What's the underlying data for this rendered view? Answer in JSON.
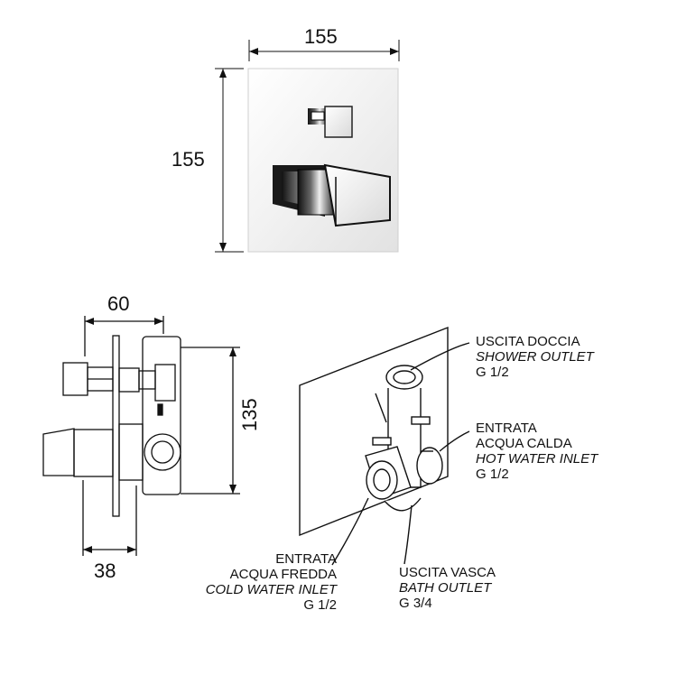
{
  "dimensions": {
    "front_width": "155",
    "front_height": "155",
    "side_depth_total": "60",
    "side_depth_wall": "38",
    "side_height": "135"
  },
  "labels": {
    "shower_outlet": {
      "it": "USCITA DOCCIA",
      "en": "SHOWER OUTLET",
      "size": "G 1/2"
    },
    "hot_inlet": {
      "it1": "ENTRATA",
      "it2": "ACQUA CALDA",
      "en": "HOT WATER INLET",
      "size": "G 1/2"
    },
    "cold_inlet": {
      "it1": "ENTRATA",
      "it2": "ACQUA FREDDA",
      "en": "COLD WATER INLET",
      "size": "G 1/2"
    },
    "bath_outlet": {
      "it": "USCITA VASCA",
      "en": "BATH OUTLET",
      "size": "G 3/4"
    }
  },
  "colors": {
    "line": "#111111",
    "chrome_light": "#f2f2f2",
    "chrome_dark": "#222222"
  }
}
